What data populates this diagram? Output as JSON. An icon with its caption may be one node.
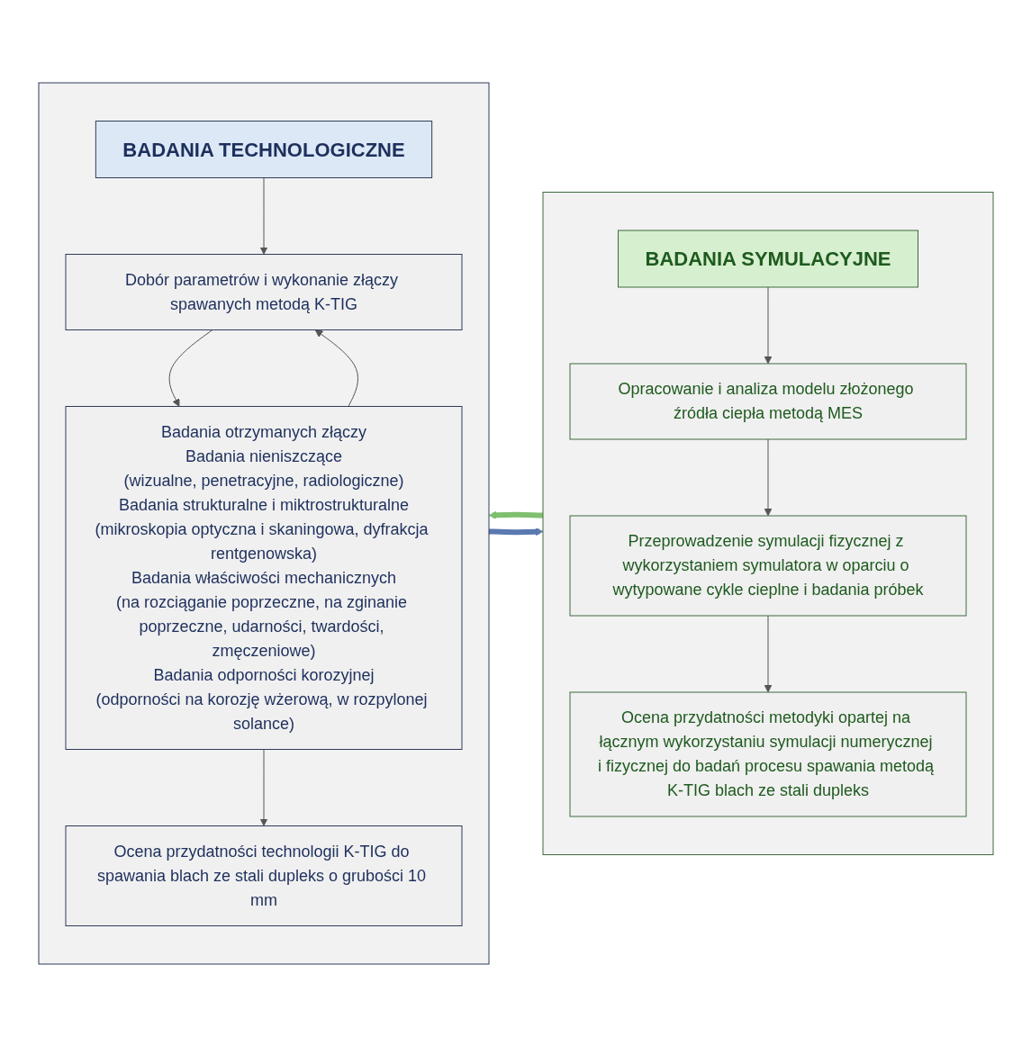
{
  "diagram": {
    "nodes": [
      {
        "text": [],
        "shape": "box"
      },
      {
        "text": [
          "BADANIA TECHNOLOGICZNE"
        ],
        "in": 0
      },
      {
        "text": [
          "Dobór parametrów i wykonanie złączy spawanych metodą K-TIG"
        ],
        "in": 0
      },
      {
        "text": [
          "Badania otrzymanych złączy",
          "Badania nieniszczące",
          "(wizualne, penetracyjne, radiologiczne)",
          "Badania strukturalne i miktrostrukturalne",
          "(mikroskopia optyczna i skaningowa, dyfrakcja rentgenowska)",
          "Badania właściwości mechanicznych",
          "(na rozciąganie poprzeczne, na zginanie poprzeczne, udarności, twardości, zmęczeniowe)",
          "Badania odporności korozyjnej",
          "(odporności na korozję wżerową, w rozpylonej solance)"
        ],
        "in": 0
      },
      {
        "text": [
          "Ocena przydatności technologii K-TIG do spawania blach ze stali dupleks o grubości 10 mm"
        ],
        "in": 0
      },
      {
        "text": [],
        "shape": "box"
      },
      {
        "text": [
          "BADANIA SYMULACYJNE"
        ],
        "in": 5
      },
      {
        "text": [
          "Opracowanie i analiza modelu złożonego źródła ciepła metodą MES"
        ],
        "in": 5
      },
      {
        "text": [
          "Przeprowadzenie symulacji fizycznej z wykorzystaniem symulatora w oparciu o wytypowane cykle cieplne i badania próbek"
        ],
        "in": 5
      },
      {
        "text": [
          "Ocena przydatności metodyki opartej na łącznym wykorzystaniu symulacji numerycznej i fizycznej do badań procesu spawania metodą K-TIG blach ze stali dupleks"
        ],
        "in": 5
      }
    ],
    "edges": [
      {
        "from": 1,
        "to": 2,
        "arrow": "to"
      },
      {
        "from": 2,
        "to": 3,
        "arrow": "to"
      },
      {
        "from": 3,
        "to": 2,
        "arrow": "to"
      },
      {
        "from": 3,
        "to": 4,
        "arrow": "to"
      },
      {
        "from": 6,
        "to": 7,
        "arrow": "to"
      },
      {
        "from": 7,
        "to": 8,
        "arrow": "to"
      },
      {
        "from": 8,
        "to": 9,
        "arrow": "to"
      },
      {
        "from": 0,
        "to": 5,
        "arrow": "to",
        "style": "thick",
        "color": "#5b78b0"
      },
      {
        "from": 5,
        "to": 0,
        "arrow": "to",
        "style": "thick",
        "color": "#7fbf6f"
      }
    ]
  }
}
